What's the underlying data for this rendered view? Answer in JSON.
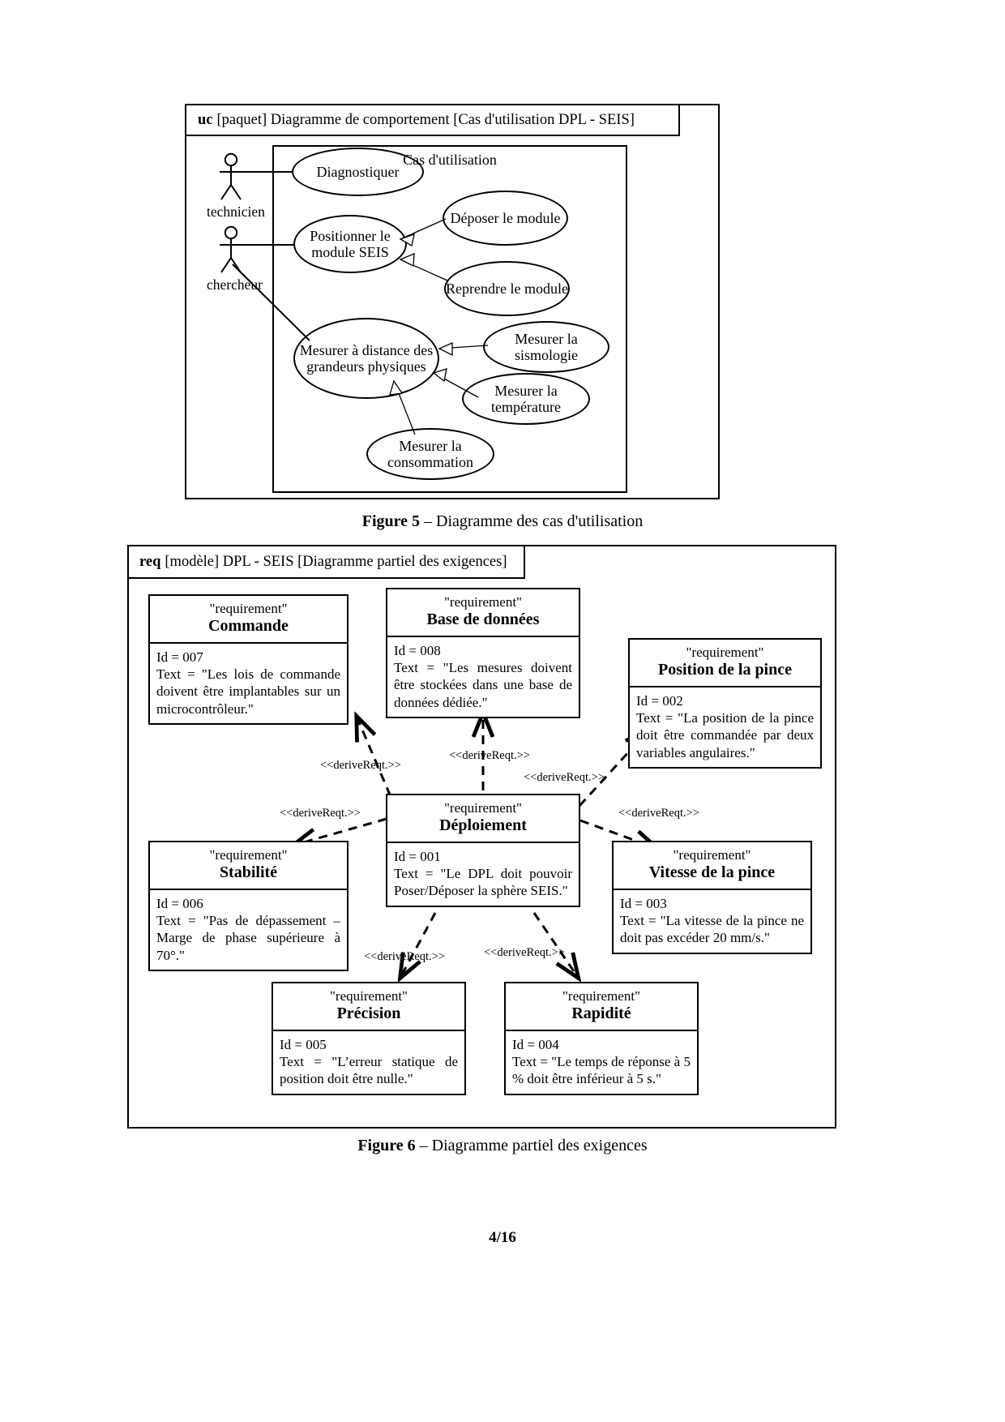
{
  "figure5": {
    "header": {
      "keyword": "uc",
      "text": "[paquet] Diagramme de comportement [Cas d'utilisation DPL - SEIS]"
    },
    "system_label": "Cas d'utilisation",
    "actors": [
      {
        "name": "technicien"
      },
      {
        "name": "chercheur"
      }
    ],
    "use_cases": [
      {
        "id": "diagnostiquer",
        "label": "Diagnostiquer"
      },
      {
        "id": "positionner",
        "label": "Positionner le module SEIS"
      },
      {
        "id": "deposer",
        "label": "Déposer le module"
      },
      {
        "id": "reprendre",
        "label": "Reprendre le module"
      },
      {
        "id": "mesurer-distance",
        "label": "Mesurer à distance des grandeurs physiques"
      },
      {
        "id": "mesurer-sismologie",
        "label": "Mesurer la sismologie"
      },
      {
        "id": "mesurer-temperature",
        "label": "Mesurer la température"
      },
      {
        "id": "mesurer-consommation",
        "label": "Mesurer la consommation"
      }
    ],
    "caption_bold": "Figure 5",
    "caption_rest": " – Diagramme des cas d'utilisation"
  },
  "figure6": {
    "header": {
      "keyword": "req",
      "text": "[modèle] DPL - SEIS [Diagramme partiel des exigences]"
    },
    "stereotype": "\"requirement\"",
    "relation_label": "<<deriveReqt.>>",
    "requirements": [
      {
        "id": "commande",
        "title": "Commande",
        "idline": "Id = 007",
        "text": "Text = \"Les lois de commande doivent être implantables sur un microcontrôleur.\""
      },
      {
        "id": "base",
        "title": "Base de données",
        "idline": "Id = 008",
        "text": "Text = \"Les mesures doivent être stockées dans une base de données dédiée.\""
      },
      {
        "id": "position",
        "title": "Position de la pince",
        "idline": "Id = 002",
        "text": "Text = \"La position de la pince doit être commandée par deux variables angulaires.\""
      },
      {
        "id": "stabilite",
        "title": "Stabilité",
        "idline": "Id = 006",
        "text": "Text = \"Pas de dépassement – Marge de phase supérieure à 70°.\""
      },
      {
        "id": "deploiement",
        "title": "Déploiement",
        "idline": "Id = 001",
        "text": "Text = \"Le DPL doit pouvoir Poser/Déposer la sphère SEIS.\""
      },
      {
        "id": "vitesse",
        "title": "Vitesse de la pince",
        "idline": "Id = 003",
        "text": "Text = \"La vitesse de la pince ne doit pas excéder 20 mm/s.\""
      },
      {
        "id": "precision",
        "title": "Précision",
        "idline": "Id = 005",
        "text": "Text = \"L’erreur statique de position doit être nulle.\""
      },
      {
        "id": "rapidite",
        "title": "Rapidité",
        "idline": "Id = 004",
        "text": "Text = \"Le temps de réponse à 5 % doit être inférieur à 5 s.\""
      }
    ],
    "caption_bold": "Figure 6",
    "caption_rest": " – Diagramme partiel des exigences"
  },
  "footer": {
    "page": "4/16"
  }
}
